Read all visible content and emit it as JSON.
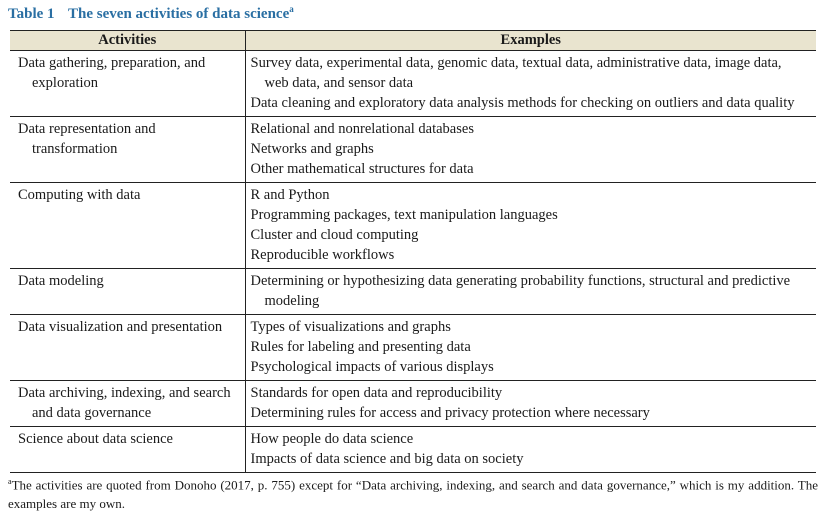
{
  "caption": {
    "number": "Table 1",
    "title": "The seven activities of data science",
    "note_marker": "a"
  },
  "table": {
    "headers": [
      "Activities",
      "Examples"
    ],
    "rows": [
      {
        "activity": "Data gathering, preparation, and exploration",
        "examples": [
          "Survey data, experimental data, genomic data, textual data, administrative data, image data, web data, and sensor data",
          "Data cleaning and exploratory data analysis methods for checking on outliers and data quality"
        ]
      },
      {
        "activity": "Data representation and transformation",
        "examples": [
          "Relational and nonrelational databases",
          "Networks and graphs",
          "Other mathematical structures for data"
        ]
      },
      {
        "activity": "Computing with data",
        "examples": [
          "R and Python",
          "Programming packages, text manipulation languages",
          "Cluster and cloud computing",
          "Reproducible workflows"
        ]
      },
      {
        "activity": "Data modeling",
        "examples": [
          "Determining or hypothesizing data generating probability functions, structural and predictive modeling"
        ]
      },
      {
        "activity": "Data visualization and presentation",
        "examples": [
          "Types of visualizations and graphs",
          "Rules for labeling and presenting data",
          "Psychological impacts of various displays"
        ]
      },
      {
        "activity": "Data archiving, indexing, and search and data governance",
        "examples": [
          "Standards for open data and reproducibility",
          "Determining rules for access and privacy protection where necessary"
        ]
      },
      {
        "activity": "Science about data science",
        "examples": [
          "How people do data science",
          "Impacts of data science and big data on society"
        ]
      }
    ]
  },
  "footnote": {
    "marker": "a",
    "text": "The activities are quoted from Donoho (2017, p. 755) except for “Data archiving, indexing, and search and data governance,” which is my addition. The examples are my own."
  }
}
